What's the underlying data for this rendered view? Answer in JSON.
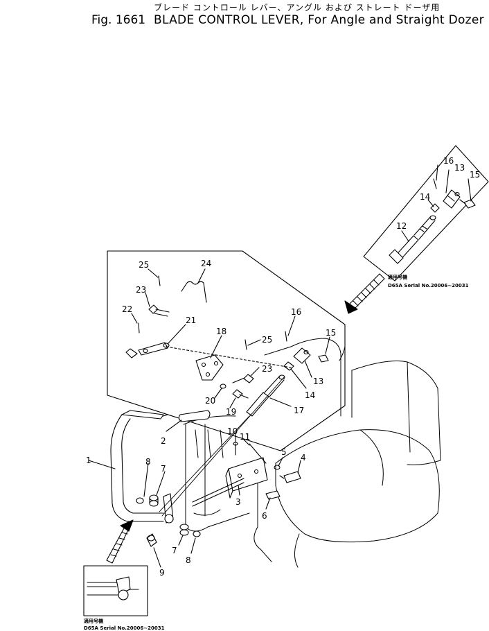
{
  "header": {
    "title_jp": "ブレード コントロール レバー、アングル および ストレート ドーザ用",
    "fig_number": "Fig. 1661",
    "title_en": "BLADE CONTROL LEVER, For Angle and Straight Dozer"
  },
  "callouts": {
    "c1": "1",
    "c2": "2",
    "c3": "3",
    "c4": "4",
    "c5": "5",
    "c6": "6",
    "c7a": "7",
    "c7b": "7",
    "c8a": "8",
    "c8b": "8",
    "c9": "9",
    "c10": "10",
    "c11": "11",
    "c12": "12",
    "c13a": "13",
    "c13b": "13",
    "c14a": "14",
    "c14b": "14",
    "c15a": "15",
    "c15b": "15",
    "c16a": "16",
    "c16b": "16",
    "c17": "17",
    "c18": "18",
    "c19": "19",
    "c20": "20",
    "c21": "21",
    "c22": "22",
    "c23a": "23",
    "c23b": "23",
    "c24": "24",
    "c25a": "25",
    "c25b": "25"
  },
  "inset_top": {
    "applies_label": "適用号機",
    "serial": "D65A Serial No.20006~20031"
  },
  "inset_bottom": {
    "applies_label": "適用号機",
    "serial": "D65A Serial No.20006~20031"
  }
}
